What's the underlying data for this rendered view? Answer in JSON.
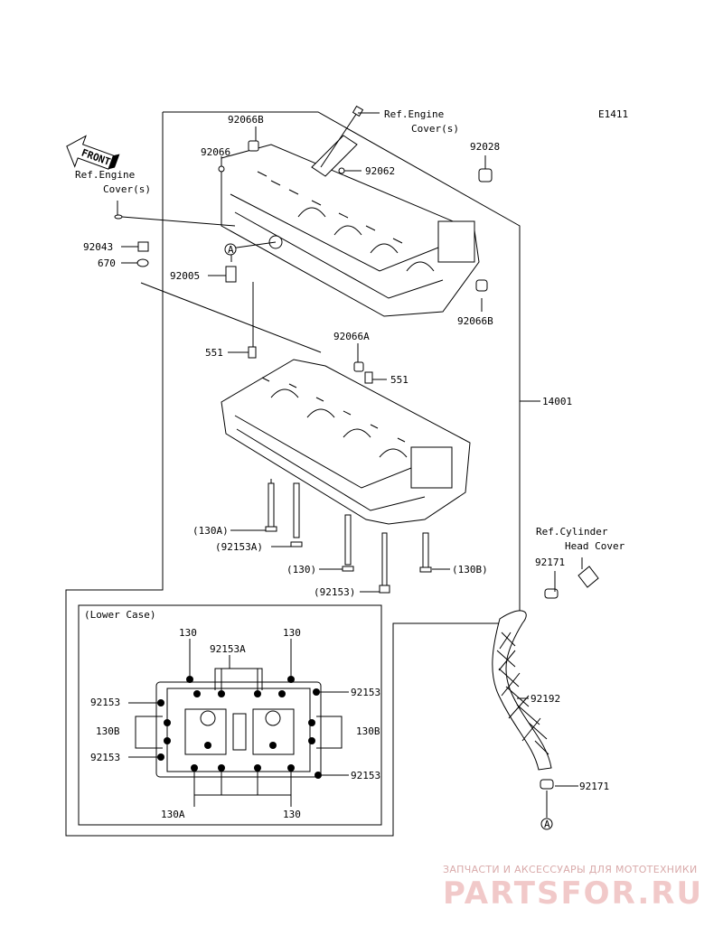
{
  "diagram_code": "E1411",
  "front_label": "FRONT",
  "ref_engine_cover": [
    "Ref.Engine",
    "Cover(s)"
  ],
  "ref_cylinder_head_cover": [
    "Ref.Cylinder",
    "Head Cover"
  ],
  "parts": {
    "p92066B_top": "92066B",
    "p92066": "92066",
    "p92062": "92062",
    "p92028": "92028",
    "p92043": "92043",
    "p670": "670",
    "p92005": "92005",
    "p92066B_bot": "92066B",
    "p92066A": "92066A",
    "p551_left": "551",
    "p551_right": "551",
    "p14001": "14001",
    "p130A": "(130A)",
    "p92153A": "(92153A)",
    "p130": "(130)",
    "p130B": "(130B)",
    "p92153": "(92153)",
    "p92171_top": "92171",
    "p92192": "92192",
    "p92171_bot": "92171"
  },
  "marker_a": "A",
  "lower_case": {
    "title": "(Lower Case)",
    "top_130_left": "130",
    "top_92153A": "92153A",
    "top_130_right": "130",
    "left_92153_top": "92153",
    "left_130B": "130B",
    "left_92153_bot": "92153",
    "right_92153_top": "92153",
    "right_130B": "130B",
    "right_92153_bot": "92153",
    "bottom_130A": "130A",
    "bottom_130": "130"
  },
  "watermark": {
    "line1": "ЗАПЧАСТИ И АКСЕССУАРЫ ДЛЯ МОТОТЕХНИКИ",
    "line2": "PARTSFOR.RU"
  }
}
